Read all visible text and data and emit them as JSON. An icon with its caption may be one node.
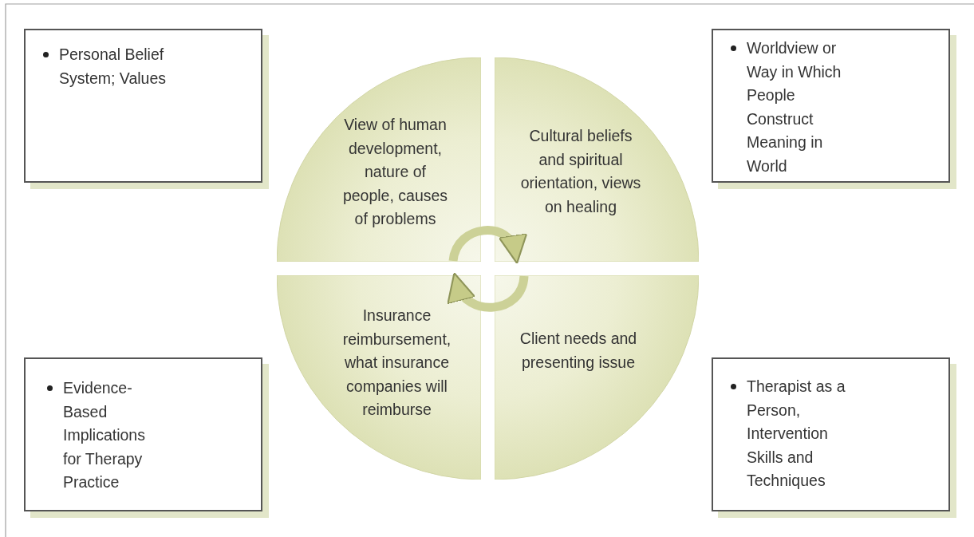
{
  "diagram": {
    "nodes": [
      {
        "text": [
          "Personal Belief System; Values"
        ]
      },
      {
        "text": [
          "Worldview or Way in Which People Construct Meaning in World"
        ]
      },
      {
        "text": [
          "View of human development, nature of people, causes of problems"
        ]
      },
      {
        "text": [
          "Cultural beliefs and spiritual orientation, views on healing"
        ]
      },
      {
        "text": [
          "Insurance reimbursement, what insurance companies will reimburse"
        ]
      },
      {
        "text": [
          "Client needs and presenting issue"
        ]
      },
      {
        "text": [
          "Evidence-Based Implications for Therapy Practice"
        ]
      },
      {
        "text": [
          "Therapist as a Person, Intervention Skills and Techniques"
        ]
      }
    ],
    "edges": [
      {
        "from": 2,
        "to": 3,
        "arrow": "to"
      },
      {
        "from": 5,
        "to": 4,
        "arrow": "to"
      }
    ]
  }
}
